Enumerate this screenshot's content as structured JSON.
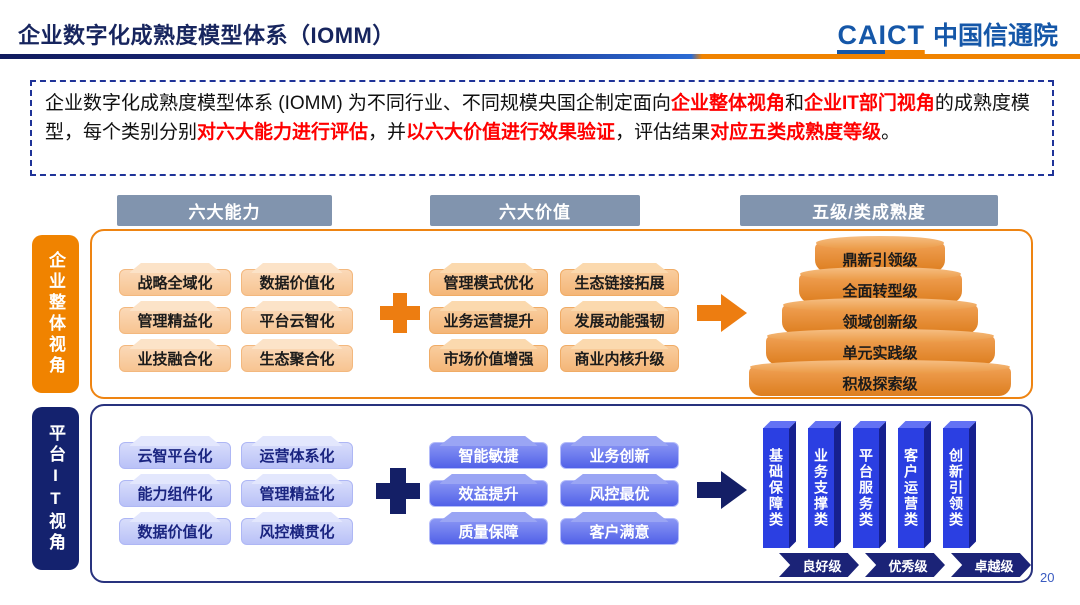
{
  "header": {
    "title": "企业数字化成熟度模型体系（IOMM）",
    "logo_caict": "CAICT",
    "logo_name": "中国信通院"
  },
  "intro": {
    "segments": [
      {
        "text": "企业数字化成熟度模型体系 (IOMM) 为不同行业、不同规模央国企制定面向",
        "em": false
      },
      {
        "text": "企业整体视角",
        "em": true
      },
      {
        "text": "和",
        "em": false
      },
      {
        "text": "企业IT部门视角",
        "em": true
      },
      {
        "text": "的成熟度模型，每个类别分别",
        "em": false
      },
      {
        "text": "对六大能力进行评估",
        "em": true
      },
      {
        "text": "，并",
        "em": false
      },
      {
        "text": "以六大价值进行效果验证",
        "em": true
      },
      {
        "text": "，评估结果",
        "em": false
      },
      {
        "text": "对应五类成熟度等级",
        "em": true
      },
      {
        "text": "。",
        "em": false
      }
    ]
  },
  "columns": [
    "六大能力",
    "六大价值",
    "五级/类成熟度"
  ],
  "enterprise_row": {
    "tab": "企业整体视角",
    "capabilities": [
      "战略全域化",
      "数据价值化",
      "管理精益化",
      "平台云智化",
      "业技融合化",
      "生态聚合化"
    ],
    "values": [
      "管理模式优化",
      "生态链接拓展",
      "业务运营提升",
      "发展动能强韧",
      "市场价值增强",
      "商业内核升级"
    ],
    "maturity_levels": [
      "鼎新引领级",
      "全面转型级",
      "领域创新级",
      "单元实践级",
      "积极探索级"
    ]
  },
  "platform_row": {
    "tab": "平台IT视角",
    "capabilities": [
      "云智平台化",
      "运营体系化",
      "能力组件化",
      "管理精益化",
      "数据价值化",
      "风控横贯化"
    ],
    "values": [
      "智能敏捷",
      "业务创新",
      "效益提升",
      "风控最优",
      "质量保障",
      "客户满意"
    ],
    "categories": [
      "基础保障类",
      "业务支撑类",
      "平台服务类",
      "客户运营类",
      "创新引领类"
    ],
    "grades": [
      "良好级",
      "优秀级",
      "卓越级"
    ]
  },
  "page_number": "20",
  "colors": {
    "accent_orange": "#F08300",
    "accent_navy": "#14226E",
    "header_gray": "#8194AE",
    "emphasis_red": "#FF0000",
    "bar_blue": "#2B3FE2",
    "logo_blue": "#1557A8"
  }
}
